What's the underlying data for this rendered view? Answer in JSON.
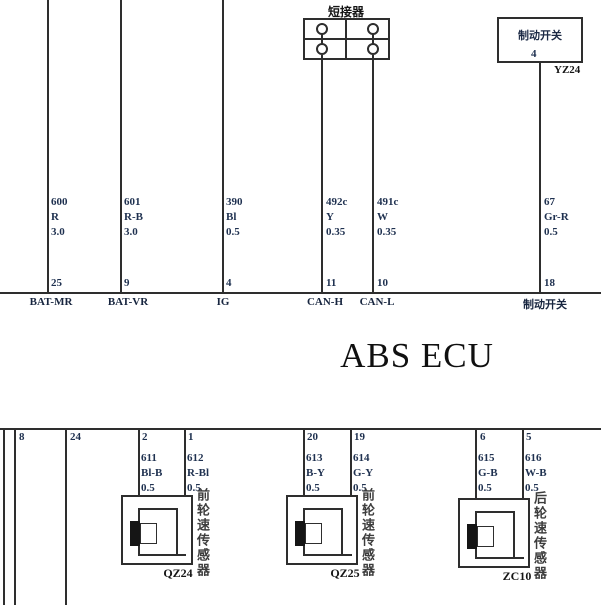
{
  "title": "ABS ECU",
  "colors": {
    "line": "#2e2e2e",
    "small_text": "#1f3150",
    "dark_text": "#151515",
    "background": "#ffffff"
  },
  "top": {
    "jumper": {
      "label": "短接器"
    },
    "brake_switch": {
      "label": "制动开关",
      "pin": "4",
      "connector": "YZ24"
    },
    "wires": [
      {
        "circuit": "600",
        "color": "R",
        "size": "3.0",
        "pin": "25",
        "terminal": "BAT-MR"
      },
      {
        "circuit": "601",
        "color": "R-B",
        "size": "3.0",
        "pin": "9",
        "terminal": "BAT-VR"
      },
      {
        "circuit": "390",
        "color": "Bl",
        "size": "0.5",
        "pin": "4",
        "terminal": "IG"
      },
      {
        "circuit": "492c",
        "color": "Y",
        "size": "0.35",
        "pin": "11",
        "terminal": "CAN-H"
      },
      {
        "circuit": "491c",
        "color": "W",
        "size": "0.35",
        "pin": "10",
        "terminal": "CAN-L"
      },
      {
        "circuit": "67",
        "color": "Gr-R",
        "size": "0.5",
        "pin": "18",
        "terminal": "制动开关"
      }
    ]
  },
  "bottom": {
    "plain_pins": [
      {
        "pin": "8"
      },
      {
        "pin": "24"
      }
    ],
    "sensors": [
      {
        "name": "前轮速传感器",
        "connector": "QZ24",
        "wires": [
          {
            "pin": "2",
            "circuit": "611",
            "color": "Bl-B",
            "size": "0.5"
          },
          {
            "pin": "1",
            "circuit": "612",
            "color": "R-Bl",
            "size": "0.5"
          }
        ]
      },
      {
        "name": "前轮速传感器",
        "connector": "QZ25",
        "wires": [
          {
            "pin": "20",
            "circuit": "613",
            "color": "B-Y",
            "size": "0.5"
          },
          {
            "pin": "19",
            "circuit": "614",
            "color": "G-Y",
            "size": "0.5"
          }
        ]
      },
      {
        "name": "后轮速传感器",
        "connector": "ZC10",
        "wires": [
          {
            "pin": "6",
            "circuit": "615",
            "color": "G-B",
            "size": "0.5"
          },
          {
            "pin": "5",
            "circuit": "616",
            "color": "W-B",
            "size": "0.5"
          }
        ]
      }
    ]
  }
}
